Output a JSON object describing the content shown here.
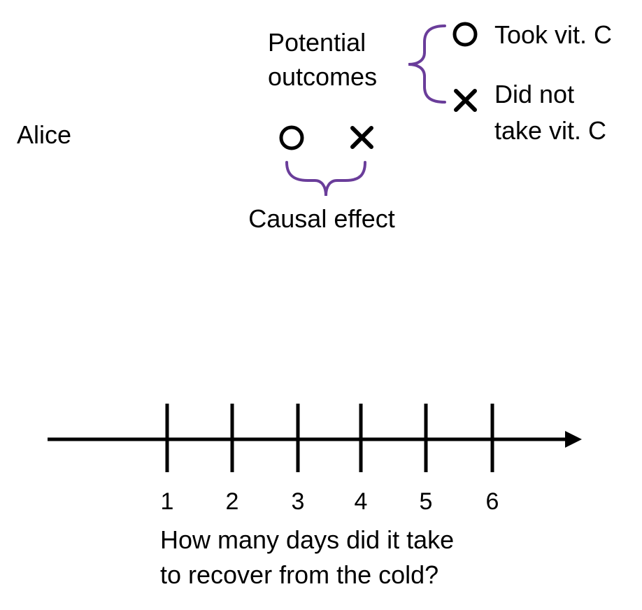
{
  "legend": {
    "title_line1": "Potential",
    "title_line2": "outcomes",
    "took_label": "Took vit. C",
    "not_took_line1": "Did not",
    "not_took_line2": "take vit. C"
  },
  "subject": {
    "name": "Alice"
  },
  "causal_effect_label": "Causal effect",
  "axis": {
    "ticks": [
      "1",
      "2",
      "3",
      "4",
      "5",
      "6"
    ],
    "question_line1": "How many days did it take",
    "question_line2": "to recover from the cold?"
  },
  "colors": {
    "bracket": "#6a3d9a",
    "ink": "#000000"
  }
}
